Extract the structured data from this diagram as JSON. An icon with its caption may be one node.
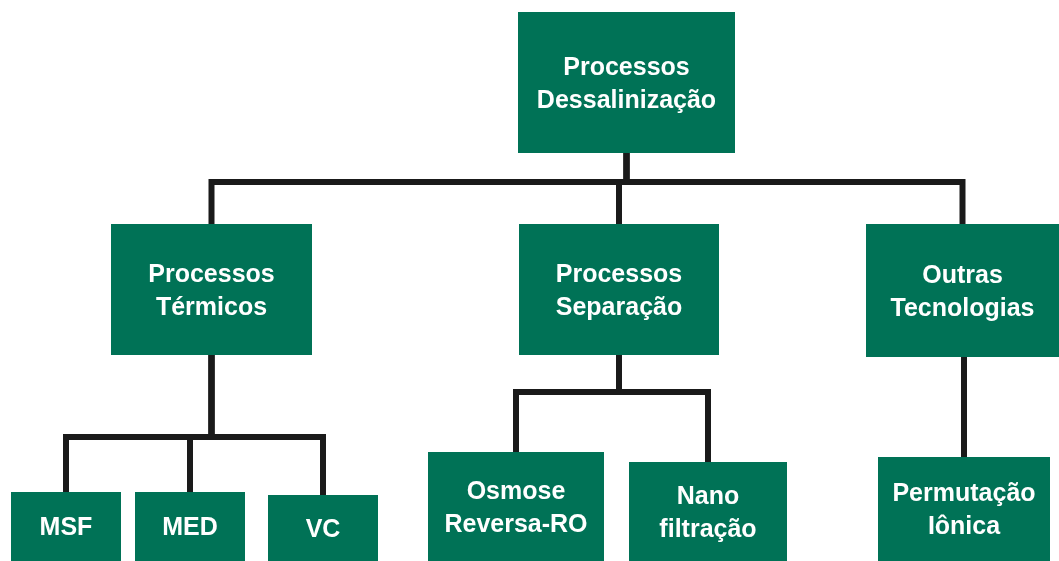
{
  "diagram": {
    "nodes": [
      {
        "text": [
          "Processos Dessalinização"
        ]
      },
      {
        "text": [
          "Processos Térmicos"
        ]
      },
      {
        "text": [
          "Processos Separação"
        ]
      },
      {
        "text": [
          "Outras Tecnologias"
        ]
      },
      {
        "text": [
          "MSF"
        ]
      },
      {
        "text": [
          "MED"
        ]
      },
      {
        "text": [
          "VC"
        ]
      },
      {
        "text": [
          "Osmose Reversa-RO"
        ]
      },
      {
        "text": [
          "Nano filtração"
        ]
      },
      {
        "text": [
          "Permutação Iônica"
        ]
      }
    ],
    "edges": [
      {
        "from": 0,
        "to": 1,
        "arrow": "none"
      },
      {
        "from": 0,
        "to": 2,
        "arrow": "none"
      },
      {
        "from": 0,
        "to": 3,
        "arrow": "none"
      },
      {
        "from": 1,
        "to": 4,
        "arrow": "none"
      },
      {
        "from": 1,
        "to": 5,
        "arrow": "none"
      },
      {
        "from": 1,
        "to": 6,
        "arrow": "none"
      },
      {
        "from": 2,
        "to": 7,
        "arrow": "none"
      },
      {
        "from": 2,
        "to": 8,
        "arrow": "none"
      },
      {
        "from": 3,
        "to": 9,
        "arrow": "none"
      }
    ]
  }
}
